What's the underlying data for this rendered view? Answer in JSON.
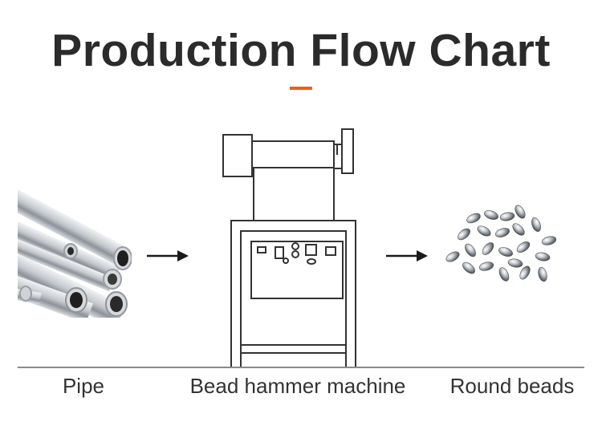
{
  "title": "Production Flow Chart",
  "colors": {
    "accent": "#e8611a",
    "title": "#2b2b2b",
    "line": "#333333",
    "metal": "#b8bcc2"
  },
  "steps": [
    {
      "label": "Pipe",
      "icon": "steel-pipes-photo"
    },
    {
      "label": "Bead hammer machine",
      "icon": "bead-hammer-machine-drawing"
    },
    {
      "label": "Round beads",
      "icon": "round-beads-photo"
    }
  ],
  "connectors": [
    "arrow-right-icon",
    "arrow-right-icon"
  ]
}
